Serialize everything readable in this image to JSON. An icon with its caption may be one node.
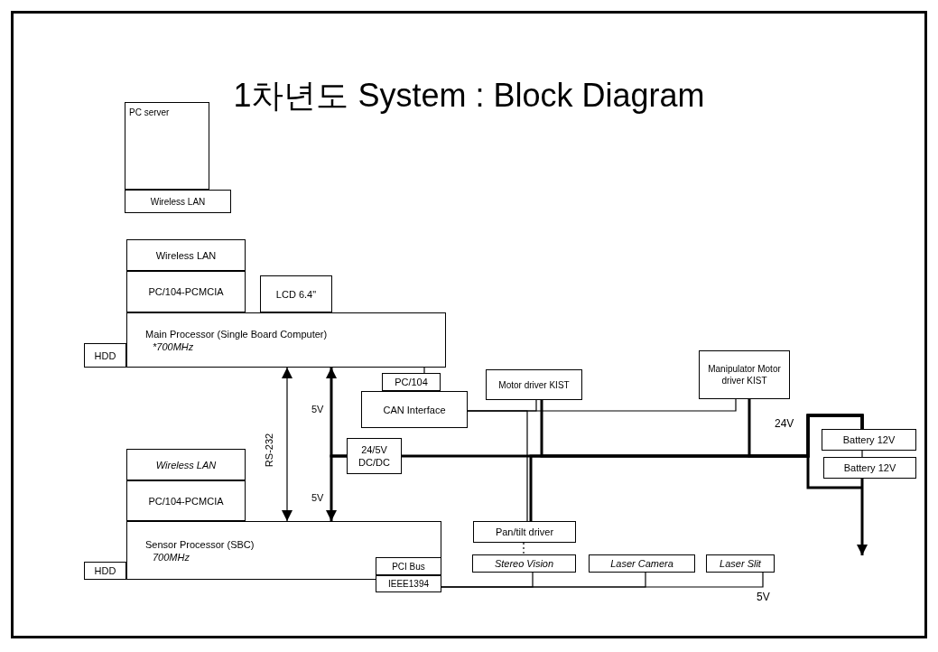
{
  "diagram": {
    "title": "1차년도 System : Block Diagram",
    "nodes": [
      {
        "text": [
          "PC server"
        ]
      },
      {
        "text": [
          "Wireless LAN"
        ]
      },
      {
        "text": [
          "Wireless LAN"
        ]
      },
      {
        "text": [
          "PC/104-PCMCIA"
        ]
      },
      {
        "text": [
          "LCD 6.4\""
        ]
      },
      {
        "text": [
          "Main Processor (Single Board Computer)",
          "*700MHz"
        ]
      },
      {
        "text": [
          "HDD"
        ]
      },
      {
        "text": [
          "PC/104"
        ]
      },
      {
        "text": [
          "CAN Interface"
        ]
      },
      {
        "text": [
          "Motor driver KIST"
        ]
      },
      {
        "text": [
          "Manipulator Motor driver KIST"
        ]
      },
      {
        "text": [
          "24/5V DC/DC"
        ]
      },
      {
        "text": [
          "Battery 12V"
        ]
      },
      {
        "text": [
          "Battery 12V"
        ]
      },
      {
        "text": [
          "Wireless LAN"
        ]
      },
      {
        "text": [
          "PC/104-PCMCIA"
        ]
      },
      {
        "text": [
          "Sensor Processor (SBC)",
          "700MHz"
        ]
      },
      {
        "text": [
          "HDD"
        ]
      },
      {
        "text": [
          "Pan/tilt driver"
        ]
      },
      {
        "text": [
          "PCI Bus"
        ],
        "in": 16
      },
      {
        "text": [
          "IEEE1394"
        ]
      },
      {
        "text": [
          "Stereo Vision"
        ]
      },
      {
        "text": [
          "Laser Camera"
        ]
      },
      {
        "text": [
          "Laser Slit"
        ]
      }
    ],
    "edges": [
      {
        "from": 5,
        "to": 16,
        "arrow": "both",
        "label": "RS-232"
      },
      {
        "from": 11,
        "to": 5,
        "arrow": "to",
        "style": "thick",
        "label": "5V"
      },
      {
        "from": 11,
        "to": 16,
        "arrow": "to",
        "style": "thick",
        "label": "5V"
      },
      {
        "from": 12,
        "to": 11,
        "arrow": "none",
        "style": "thick"
      },
      {
        "from": 12,
        "to": 9,
        "arrow": "none",
        "style": "thick"
      },
      {
        "from": 12,
        "to": 10,
        "arrow": "none",
        "style": "thick"
      },
      {
        "from": 12,
        "to": 18,
        "arrow": "none",
        "style": "thick"
      },
      {
        "from": 12,
        "to": 13,
        "arrow": "none"
      },
      {
        "from": 13,
        "to": null,
        "arrow": "to",
        "style": "thick"
      },
      {
        "from": 8,
        "to": 9,
        "arrow": "none"
      },
      {
        "from": 8,
        "to": 10,
        "arrow": "none"
      },
      {
        "from": 8,
        "to": 18,
        "arrow": "none"
      },
      {
        "from": 5,
        "to": 7,
        "arrow": "none"
      },
      {
        "from": 18,
        "to": 21,
        "arrow": "none",
        "style": "dashed"
      },
      {
        "from": 20,
        "to": 21,
        "arrow": "none"
      },
      {
        "from": 20,
        "to": 22,
        "arrow": "none"
      },
      {
        "from": 20,
        "to": 23,
        "arrow": "none"
      }
    ],
    "labels": [
      "24V",
      "5V"
    ]
  }
}
